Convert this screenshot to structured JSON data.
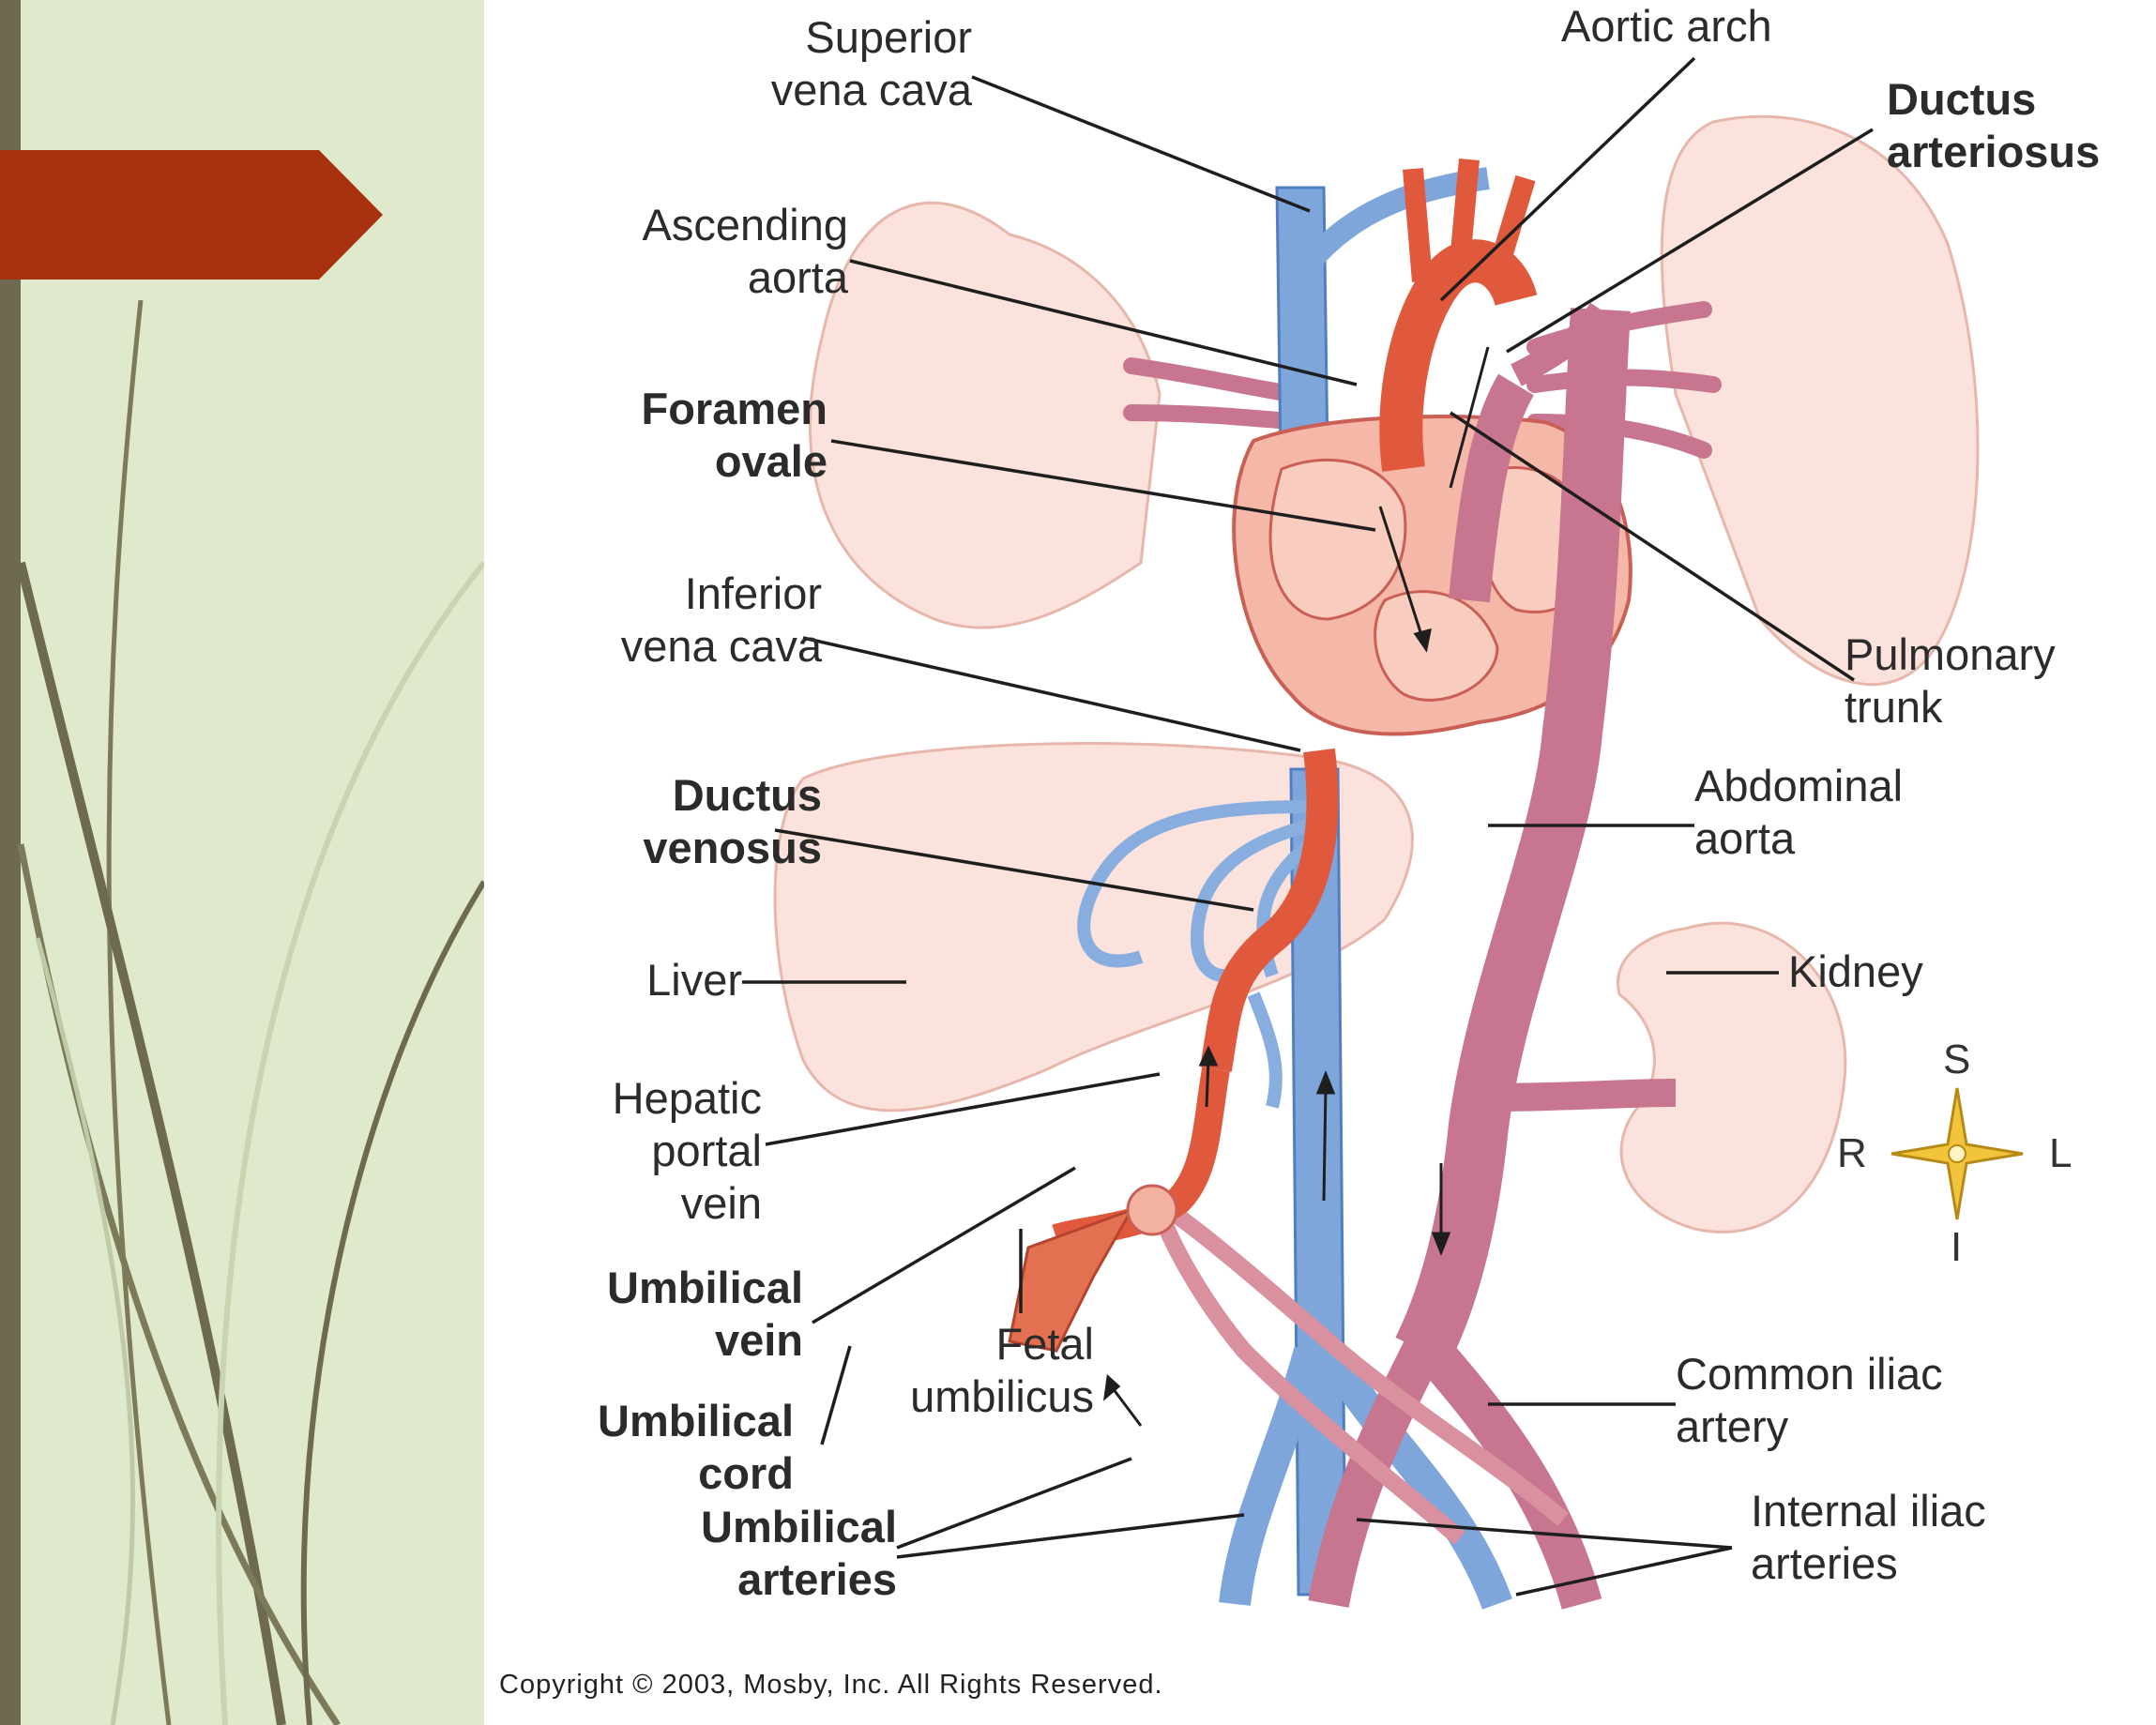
{
  "slide": {
    "accent_color": "#a8310f",
    "panel_color": "#dfe9cb"
  },
  "labels": {
    "superior_vena_cava": "Superior\nvena cava",
    "aortic_arch": "Aortic arch",
    "ductus_arteriosus": "Ductus\narteriosus",
    "ascending_aorta": "Ascending\naorta",
    "foramen_ovale": "Foramen\novale",
    "inferior_vena_cava": "Inferior\nvena cava",
    "pulmonary_trunk": "Pulmonary\ntrunk",
    "ductus_venosus": "Ductus\nvenosus",
    "abdominal_aorta": "Abdominal\naorta",
    "liver": "Liver",
    "kidney": "Kidney",
    "hepatic_portal_vein": "Hepatic\nportal\nvein",
    "umbilical_vein": "Umbilical\nvein",
    "fetal_umbilicus": "Fetal\numbilicus",
    "umbilical_cord": "Umbilical\ncord",
    "common_iliac_artery": "Common iliac\nartery",
    "umbilical_arteries": "Umbilical\narteries",
    "internal_iliac_arteries": "Internal iliac\narteries"
  },
  "compass": {
    "s": "S",
    "i": "I",
    "r": "R",
    "l": "L"
  },
  "copyright": "Copyright © 2003, Mosby, Inc. All Rights Reserved."
}
